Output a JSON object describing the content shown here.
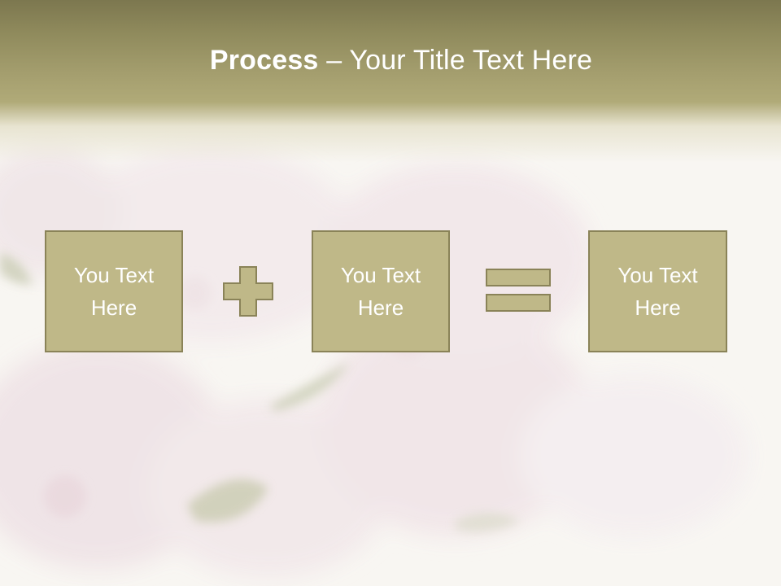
{
  "slide": {
    "title_bold": "Process",
    "title_rest": " – Your Title Text Here",
    "steps": [
      {
        "label": "You Text Here"
      },
      {
        "label": "You Text Here"
      },
      {
        "label": "You Text Here"
      }
    ],
    "operators": [
      "plus-icon",
      "equals-icon"
    ],
    "colors": {
      "header": "#8f8a5c",
      "box_fill": "#bfb888",
      "box_border": "#8a8358",
      "text": "#ffffff",
      "background": "#f8f6f2"
    }
  }
}
